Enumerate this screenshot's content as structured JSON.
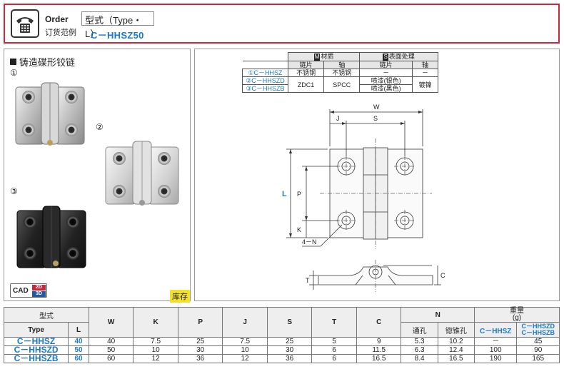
{
  "order": {
    "label": "Order",
    "sub_label": "订货范例",
    "type_label": "型式（Type・L）",
    "example_code": "C－HHSZ50"
  },
  "product": {
    "title": "铸造碟形铰链",
    "variants": [
      "①",
      "②",
      "③"
    ]
  },
  "badges": {
    "cad": "CAD",
    "cad_2d": "2D",
    "cad_3d": "3D",
    "stock": "库存"
  },
  "material_table": {
    "material_header": "材质",
    "material_mark": "M",
    "surface_header": "表面处理",
    "surface_mark": "S",
    "sub_headers": [
      "链片",
      "轴",
      "链片",
      "轴"
    ],
    "rows": [
      {
        "code": "①C－HHSZ",
        "leaf": "不锈钢",
        "shaft": "不锈钢",
        "leaf_surface": "－",
        "shaft_surface": "－"
      },
      {
        "code": "②C－HHSZD",
        "leaf": "ZDC1",
        "shaft": "SPCC",
        "leaf_surface": "喷漆(银色)",
        "shaft_surface": "镀镍"
      },
      {
        "code": "③C－HHSZB",
        "leaf_surface": "喷漆(黑色)"
      }
    ]
  },
  "drawing": {
    "labels": {
      "W": "W",
      "J": "J",
      "S": "S",
      "L": "L",
      "P": "P",
      "K": "K",
      "N": "4－N",
      "T": "T",
      "C": "C"
    }
  },
  "spec_table": {
    "type_header": "型式",
    "type_sub": "Type",
    "l_header": "L",
    "columns": [
      "W",
      "K",
      "P",
      "J",
      "S",
      "T",
      "C"
    ],
    "n_header": "N",
    "n_sub": [
      "通孔",
      "锪锥孔"
    ],
    "weight_header": "重量",
    "weight_unit": "(g)",
    "weight_sub": [
      "C－HHSZ",
      "C－HHSZD\nC－HHSZB"
    ],
    "weight_sub_a": "C－HHSZD",
    "weight_sub_b": "C－HHSZB",
    "types": [
      "C－HHSZ",
      "C－HHSZD",
      "C－HHSZB"
    ],
    "rows": [
      {
        "L": "40",
        "W": "40",
        "K": "7.5",
        "P": "25",
        "J": "7.5",
        "S": "25",
        "T": "5",
        "C": "9",
        "N_thru": "5.3",
        "N_csk": "10.2",
        "wt_a": "－",
        "wt_b": "45"
      },
      {
        "L": "50",
        "W": "50",
        "K": "10",
        "P": "30",
        "J": "10",
        "S": "30",
        "T": "6",
        "C": "11.5",
        "N_thru": "6.3",
        "N_csk": "12.4",
        "wt_a": "100",
        "wt_b": "90"
      },
      {
        "L": "60",
        "W": "60",
        "K": "12",
        "P": "36",
        "J": "12",
        "S": "36",
        "T": "6",
        "C": "16.5",
        "N_thru": "8.4",
        "N_csk": "16.5",
        "wt_a": "190",
        "wt_b": "165"
      }
    ]
  },
  "colors": {
    "accent_red": "#c8283a",
    "accent_blue": "#1a78c8",
    "stock_yellow": "#f5e028"
  }
}
